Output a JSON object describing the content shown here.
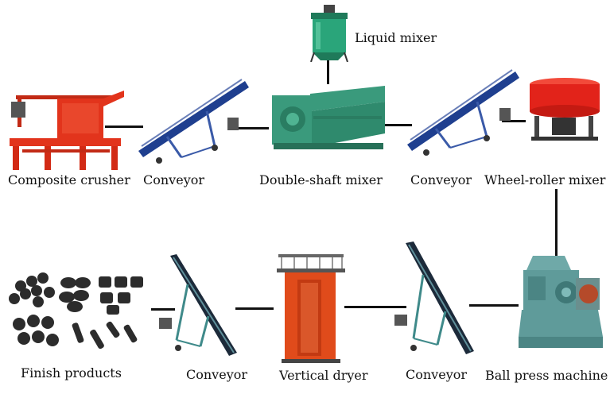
{
  "labels": {
    "liquid_mixer": "Liquid mixer",
    "composite_crusher": "Composite crusher",
    "conveyor_1": "Conveyor",
    "double_shaft_mixer": "Double-shaft mixer",
    "conveyor_2": "Conveyor",
    "wheel_roller_mixer": "Wheel-roller mixer",
    "finish_products": "Finish products",
    "conveyor_3": "Conveyor",
    "vertical_dryer": "Vertical dryer",
    "conveyor_4": "Conveyor",
    "ball_press_machine": "Ball press machine"
  },
  "colors": {
    "crusher": "#e2341c",
    "conveyor": "#1f3f8f",
    "mixer": "#2f8a6d",
    "liquid_mixer": "#2aa57a",
    "wheel_mixer": "#e2231a",
    "dryer": "#e04b1b",
    "press": "#5f9b9a",
    "connector": "#111111",
    "briquette": "#2c2c2c"
  }
}
